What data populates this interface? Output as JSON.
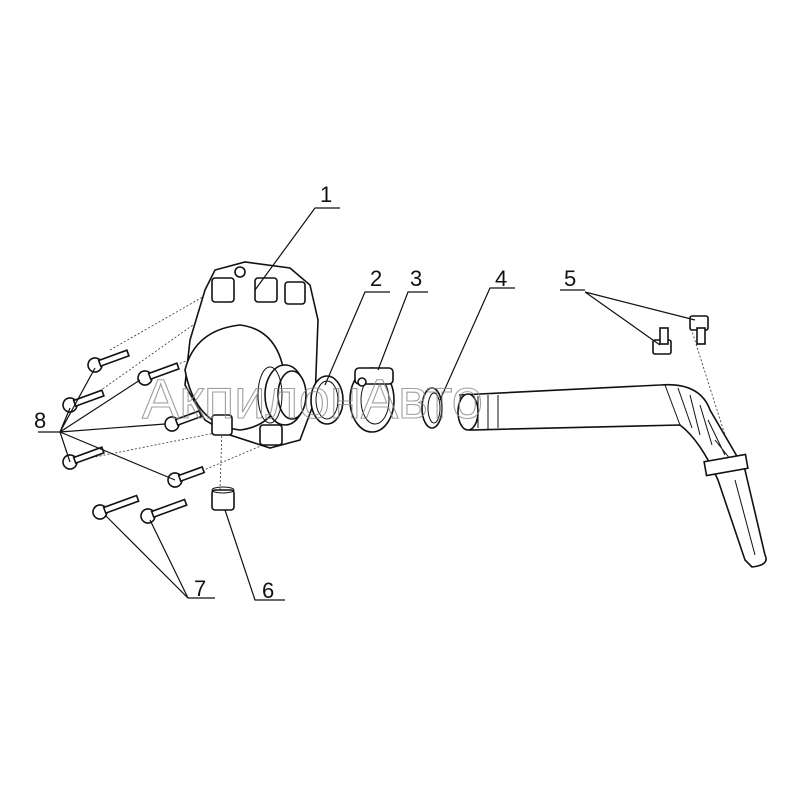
{
  "diagram": {
    "watermark": "АкпилонАвто",
    "callouts": [
      {
        "label": "1",
        "part": "throttle-body-housing"
      },
      {
        "label": "2",
        "part": "sealing-ring"
      },
      {
        "label": "3",
        "part": "hose-clamp"
      },
      {
        "label": "4",
        "part": "gasket"
      },
      {
        "label": "5",
        "part": "bolt"
      },
      {
        "label": "6",
        "part": "plug"
      },
      {
        "label": "7",
        "part": "bolt"
      },
      {
        "label": "8",
        "part": "bolt"
      }
    ]
  }
}
